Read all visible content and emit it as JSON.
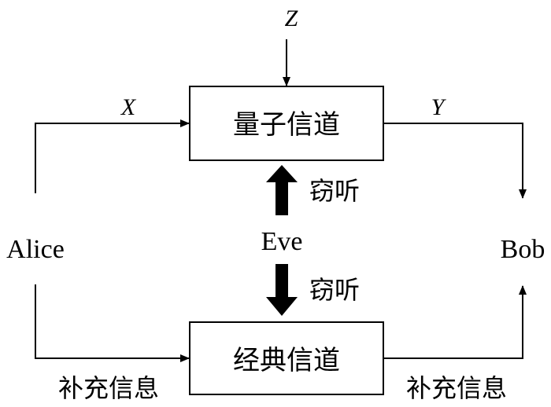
{
  "diagram": {
    "nodes": {
      "alice": "Alice",
      "bob": "Bob",
      "eve": "Eve"
    },
    "boxes": {
      "quantum_channel": "量子信道",
      "classical_channel": "经典信道"
    },
    "labels": {
      "x": "X",
      "y": "Y",
      "z": "Z",
      "eavesdrop_top": "窃听",
      "eavesdrop_bottom": "窃听",
      "side_info_left": "补充信息",
      "side_info_right": "补充信息"
    },
    "colors": {
      "stroke": "#000000",
      "background": "#ffffff"
    }
  }
}
